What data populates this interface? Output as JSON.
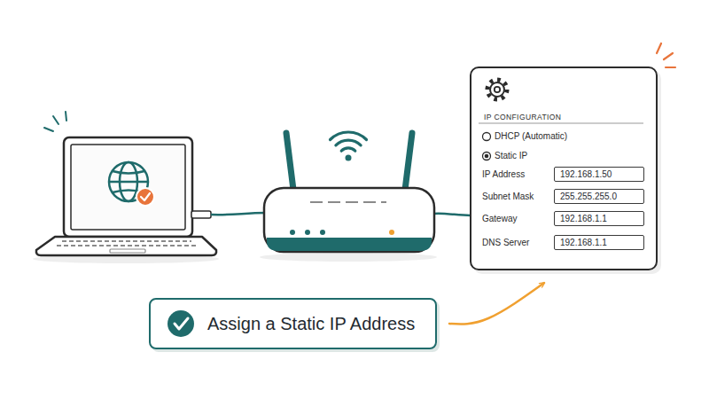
{
  "diagram": {
    "nodes": [
      {
        "text": [
          "IP CONFIGURATION"
        ]
      },
      {
        "text": [
          "IP Address",
          "192.168.1.50"
        ],
        "in": 0
      },
      {
        "text": [
          "Subnet Mask",
          "255.255.255.0"
        ],
        "in": 0
      },
      {
        "text": [
          "Gateway",
          "192.168.1.1"
        ],
        "in": 0
      },
      {
        "text": [
          "DNS Server",
          "192.168.1.1"
        ],
        "in": 0
      },
      {
        "text": [
          "Assign a Static IP Address"
        ]
      }
    ],
    "edges": [
      {
        "from": 5,
        "to": 0,
        "arrow": "to"
      }
    ],
    "labels": [
      "DHCP (Automatic)",
      "Static IP"
    ]
  }
}
